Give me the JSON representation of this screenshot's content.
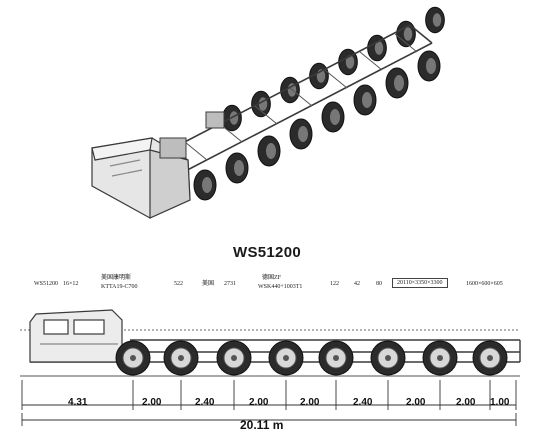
{
  "model": {
    "name": "WS51200"
  },
  "spec_row": {
    "model_code": "WS51200",
    "drive": "16×12",
    "engine_label": "美国康明斯",
    "engine_model": "KTTA19-C700",
    "power": "522",
    "transmission_label": "美国",
    "transmission_code": "2731",
    "reducer_label": "德国ZF",
    "reducer_model": "WSK440+1003T1",
    "value_a": "122",
    "value_b": "42",
    "value_c": "80",
    "overall_dims": "20110×3350×3300",
    "cab_dims": "1600×600×605"
  },
  "dimensions": {
    "segments": [
      "4.31",
      "2.00",
      "2.40",
      "2.00",
      "2.00",
      "2.40",
      "2.00",
      "2.00",
      "1.00"
    ],
    "total": "20.11 m"
  },
  "colors": {
    "line": "#3a3a3a",
    "tire": "#2b2b2b",
    "hub": "#d8d8d8",
    "cab": "#e6e6e6",
    "ground": "#555555"
  }
}
